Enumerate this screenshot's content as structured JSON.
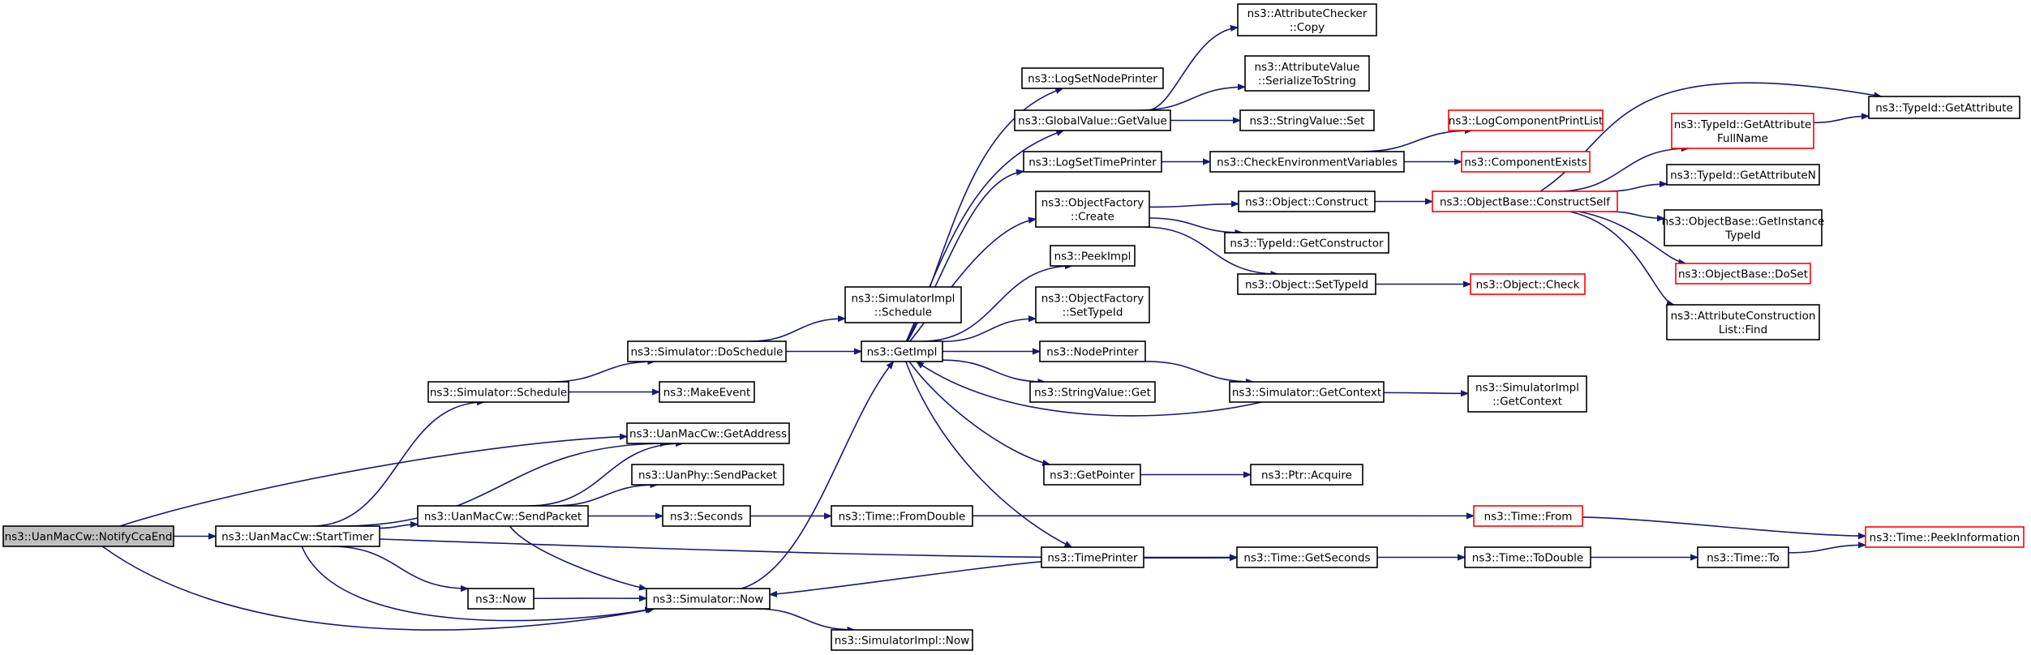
{
  "graph": {
    "nodes": [
      {
        "id": "n0",
        "lines": [
          "ns3::UanMacCw::NotifyCcaEnd"
        ],
        "style": "root"
      },
      {
        "id": "n1",
        "lines": [
          "ns3::UanMacCw::StartTimer"
        ],
        "style": "normal"
      },
      {
        "id": "n2",
        "lines": [
          "ns3::UanMacCw::GetAddress"
        ],
        "style": "normal"
      },
      {
        "id": "n3",
        "lines": [
          "ns3::Simulator::Now"
        ],
        "style": "normal"
      },
      {
        "id": "n4",
        "lines": [
          "ns3::Simulator::Schedule"
        ],
        "style": "normal"
      },
      {
        "id": "n5",
        "lines": [
          "ns3::UanMacCw::SendPacket"
        ],
        "style": "normal"
      },
      {
        "id": "n6",
        "lines": [
          "ns3::Now"
        ],
        "style": "normal"
      },
      {
        "id": "n7",
        "lines": [
          "ns3::Time::GetSeconds"
        ],
        "style": "normal"
      },
      {
        "id": "n8",
        "lines": [
          "ns3::Simulator::DoSchedule"
        ],
        "style": "normal"
      },
      {
        "id": "n9",
        "lines": [
          "ns3::MakeEvent"
        ],
        "style": "normal"
      },
      {
        "id": "n10",
        "lines": [
          "ns3::SimulatorImpl",
          "::Schedule"
        ],
        "style": "normal"
      },
      {
        "id": "n11",
        "lines": [
          "ns3::GetImpl"
        ],
        "style": "normal"
      },
      {
        "id": "n12",
        "lines": [
          "ns3::UanPhy::SendPacket"
        ],
        "style": "normal"
      },
      {
        "id": "n13",
        "lines": [
          "ns3::Seconds"
        ],
        "style": "normal"
      },
      {
        "id": "n14",
        "lines": [
          "ns3::Time::FromDouble"
        ],
        "style": "normal"
      },
      {
        "id": "n15",
        "lines": [
          "ns3::SimulatorImpl::Now"
        ],
        "style": "normal"
      },
      {
        "id": "n16",
        "lines": [
          "ns3::LogSetNodePrinter"
        ],
        "style": "normal"
      },
      {
        "id": "n17",
        "lines": [
          "ns3::GlobalValue::GetValue"
        ],
        "style": "normal"
      },
      {
        "id": "n18",
        "lines": [
          "ns3::LogSetTimePrinter"
        ],
        "style": "normal"
      },
      {
        "id": "n19",
        "lines": [
          "ns3::ObjectFactory",
          "::Create"
        ],
        "style": "normal"
      },
      {
        "id": "n20",
        "lines": [
          "ns3::PeekImpl"
        ],
        "style": "normal"
      },
      {
        "id": "n21",
        "lines": [
          "ns3::ObjectFactory",
          "::SetTypeId"
        ],
        "style": "normal"
      },
      {
        "id": "n22",
        "lines": [
          "ns3::NodePrinter"
        ],
        "style": "normal"
      },
      {
        "id": "n23",
        "lines": [
          "ns3::StringValue::Get"
        ],
        "style": "normal"
      },
      {
        "id": "n24",
        "lines": [
          "ns3::GetPointer"
        ],
        "style": "normal"
      },
      {
        "id": "n25",
        "lines": [
          "ns3::TimePrinter"
        ],
        "style": "normal"
      },
      {
        "id": "n26",
        "lines": [
          "ns3::AttributeChecker",
          "::Copy"
        ],
        "style": "normal"
      },
      {
        "id": "n27",
        "lines": [
          "ns3::AttributeValue",
          "::SerializeToString"
        ],
        "style": "normal"
      },
      {
        "id": "n28",
        "lines": [
          "ns3::StringValue::Set"
        ],
        "style": "normal"
      },
      {
        "id": "n29",
        "lines": [
          "ns3::CheckEnvironmentVariables"
        ],
        "style": "normal"
      },
      {
        "id": "n30",
        "lines": [
          "ns3::Object::Construct"
        ],
        "style": "normal"
      },
      {
        "id": "n31",
        "lines": [
          "ns3::TypeId::GetConstructor"
        ],
        "style": "normal"
      },
      {
        "id": "n32",
        "lines": [
          "ns3::Object::SetTypeId"
        ],
        "style": "normal"
      },
      {
        "id": "n33",
        "lines": [
          "ns3::Simulator::GetContext"
        ],
        "style": "normal"
      },
      {
        "id": "n34",
        "lines": [
          "ns3::Ptr::Acquire"
        ],
        "style": "normal"
      },
      {
        "id": "n35",
        "lines": [
          "ns3::LogComponentPrintList"
        ],
        "style": "red"
      },
      {
        "id": "n36",
        "lines": [
          "ns3::ComponentExists"
        ],
        "style": "red"
      },
      {
        "id": "n37",
        "lines": [
          "ns3::ObjectBase::ConstructSelf"
        ],
        "style": "red"
      },
      {
        "id": "n38",
        "lines": [
          "ns3::Object::Check"
        ],
        "style": "red"
      },
      {
        "id": "n39",
        "lines": [
          "ns3::SimulatorImpl",
          "::GetContext"
        ],
        "style": "normal"
      },
      {
        "id": "n40",
        "lines": [
          "ns3::Time::From"
        ],
        "style": "red"
      },
      {
        "id": "n41",
        "lines": [
          "ns3::Time::ToDouble"
        ],
        "style": "normal"
      },
      {
        "id": "n42",
        "lines": [
          "ns3::TypeId::GetAttribute",
          "FullName"
        ],
        "style": "red"
      },
      {
        "id": "n43",
        "lines": [
          "ns3::TypeId::GetAttribute"
        ],
        "style": "normal"
      },
      {
        "id": "n44",
        "lines": [
          "ns3::TypeId::GetAttributeN"
        ],
        "style": "normal"
      },
      {
        "id": "n45",
        "lines": [
          "ns3::ObjectBase::GetInstance",
          "TypeId"
        ],
        "style": "normal"
      },
      {
        "id": "n46",
        "lines": [
          "ns3::ObjectBase::DoSet"
        ],
        "style": "red"
      },
      {
        "id": "n47",
        "lines": [
          "ns3::AttributeConstruction",
          "List::Find"
        ],
        "style": "normal"
      },
      {
        "id": "n48",
        "lines": [
          "ns3::Time::To"
        ],
        "style": "normal"
      },
      {
        "id": "n49",
        "lines": [
          "ns3::Time::PeekInformation"
        ],
        "style": "red"
      }
    ],
    "edges": [
      [
        "n0",
        "n1"
      ],
      [
        "n0",
        "n2"
      ],
      [
        "n0",
        "n3"
      ],
      [
        "n1",
        "n4"
      ],
      [
        "n1",
        "n2"
      ],
      [
        "n1",
        "n5"
      ],
      [
        "n1",
        "n6"
      ],
      [
        "n1",
        "n3"
      ],
      [
        "n1",
        "n7"
      ],
      [
        "n4",
        "n8"
      ],
      [
        "n4",
        "n9"
      ],
      [
        "n8",
        "n10"
      ],
      [
        "n8",
        "n11"
      ],
      [
        "n5",
        "n2"
      ],
      [
        "n5",
        "n12"
      ],
      [
        "n5",
        "n13"
      ],
      [
        "n5",
        "n3"
      ],
      [
        "n6",
        "n3"
      ],
      [
        "n3",
        "n11"
      ],
      [
        "n3",
        "n15"
      ],
      [
        "n13",
        "n14"
      ],
      [
        "n14",
        "n40"
      ],
      [
        "n40",
        "n49"
      ],
      [
        "n11",
        "n16"
      ],
      [
        "n11",
        "n17"
      ],
      [
        "n11",
        "n18"
      ],
      [
        "n11",
        "n19"
      ],
      [
        "n11",
        "n20"
      ],
      [
        "n11",
        "n21"
      ],
      [
        "n11",
        "n22"
      ],
      [
        "n11",
        "n23"
      ],
      [
        "n11",
        "n24"
      ],
      [
        "n11",
        "n25"
      ],
      [
        "n17",
        "n26"
      ],
      [
        "n17",
        "n27"
      ],
      [
        "n17",
        "n28"
      ],
      [
        "n18",
        "n29"
      ],
      [
        "n29",
        "n35"
      ],
      [
        "n29",
        "n36"
      ],
      [
        "n19",
        "n30"
      ],
      [
        "n19",
        "n31"
      ],
      [
        "n19",
        "n32"
      ],
      [
        "n30",
        "n37"
      ],
      [
        "n32",
        "n38"
      ],
      [
        "n37",
        "n43"
      ],
      [
        "n37",
        "n42"
      ],
      [
        "n37",
        "n44"
      ],
      [
        "n37",
        "n45"
      ],
      [
        "n37",
        "n46"
      ],
      [
        "n37",
        "n47"
      ],
      [
        "n42",
        "n43"
      ],
      [
        "n22",
        "n33"
      ],
      [
        "n33",
        "n39"
      ],
      [
        "n33",
        "n11"
      ],
      [
        "n24",
        "n34"
      ],
      [
        "n25",
        "n3"
      ],
      [
        "n25",
        "n7"
      ],
      [
        "n7",
        "n41"
      ],
      [
        "n41",
        "n48"
      ],
      [
        "n48",
        "n49"
      ]
    ]
  }
}
